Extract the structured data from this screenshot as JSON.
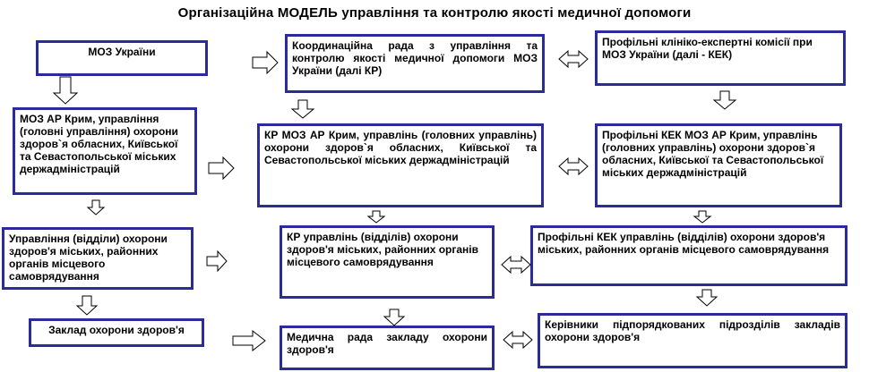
{
  "title": "Організаційна МОДЕЛЬ управління та контролю якості медичної допомоги",
  "boxes": {
    "moz": "МОЗ України",
    "kr": "Координаційна рада з управління та контролю якості медичної допомоги МОЗ України (далі КР)",
    "kek": "Профільні клініко-експертні комісії при МОЗ України (далі - КЕК)",
    "regional_admin": "МОЗ АР Крим, управління (головні управління) охорони здоров`я обласних, Київської та Севастопольської міських держадміністрацій",
    "regional_kr": "КР МОЗ АР Крим, управлінь (головних управлінь) охорони здоров`я обласних, Київської та Севастопольської міських держадміністрацій",
    "regional_kek": "Профільні КЕК МОЗ АР Крим, управлінь (головних управлінь) охорони здоров`я обласних, Київської та Севастопольської міських держадміністрацій",
    "local_admin": "Управління (відділи) охорони здоров'я міських, районних органів місцевого самоврядування",
    "local_kr": "КР управлінь (відділів) охорони здоров'я міських, районних органів місцевого самоврядування",
    "local_kek": "Профільні КЕК управлінь (відділів) охорони здоров'я міських, районних органів місцевого самоврядування",
    "facility": "Заклад охорони здоров'я",
    "medical_council": "Медична рада закладу охорони здоров'я",
    "unit_heads": "Керівники підпорядкованих підрозділів закладів охорони здоров'я"
  }
}
